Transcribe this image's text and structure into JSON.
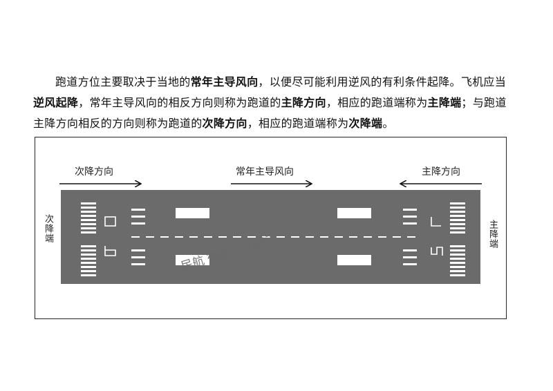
{
  "paragraph": {
    "s1": "跑道方位主要取决于当地的",
    "b1": "常年主导风向",
    "s2": "，以便尽可能利用逆风的有利条件起降。飞机应当",
    "b2": "逆风起降",
    "s3": "，常年主导风向的相反方向则称为跑道的",
    "b3": "主降方向",
    "s4": "，相应的跑道端称为",
    "b4": "主降端",
    "s5": "；与跑道主降方向相反的方向则称为跑道的",
    "b5": "次降方向",
    "s6": "，相应的跑道端称为",
    "b6": "次降端",
    "s7": "。"
  },
  "diagram": {
    "label_secondary_direction": "次降方向",
    "label_prevailing_wind": "常年主导风向",
    "label_primary_direction": "主降方向",
    "label_secondary_end": "次降端",
    "label_primary_end": "主降端",
    "left_designator_top": "0",
    "left_designator_bottom": "6",
    "right_designator_top": "7",
    "right_designator_bottom": "2",
    "runway_color": "#6b6b6b",
    "marking_color": "#ffffff"
  },
  "watermark": "民航 微信: 13853"
}
